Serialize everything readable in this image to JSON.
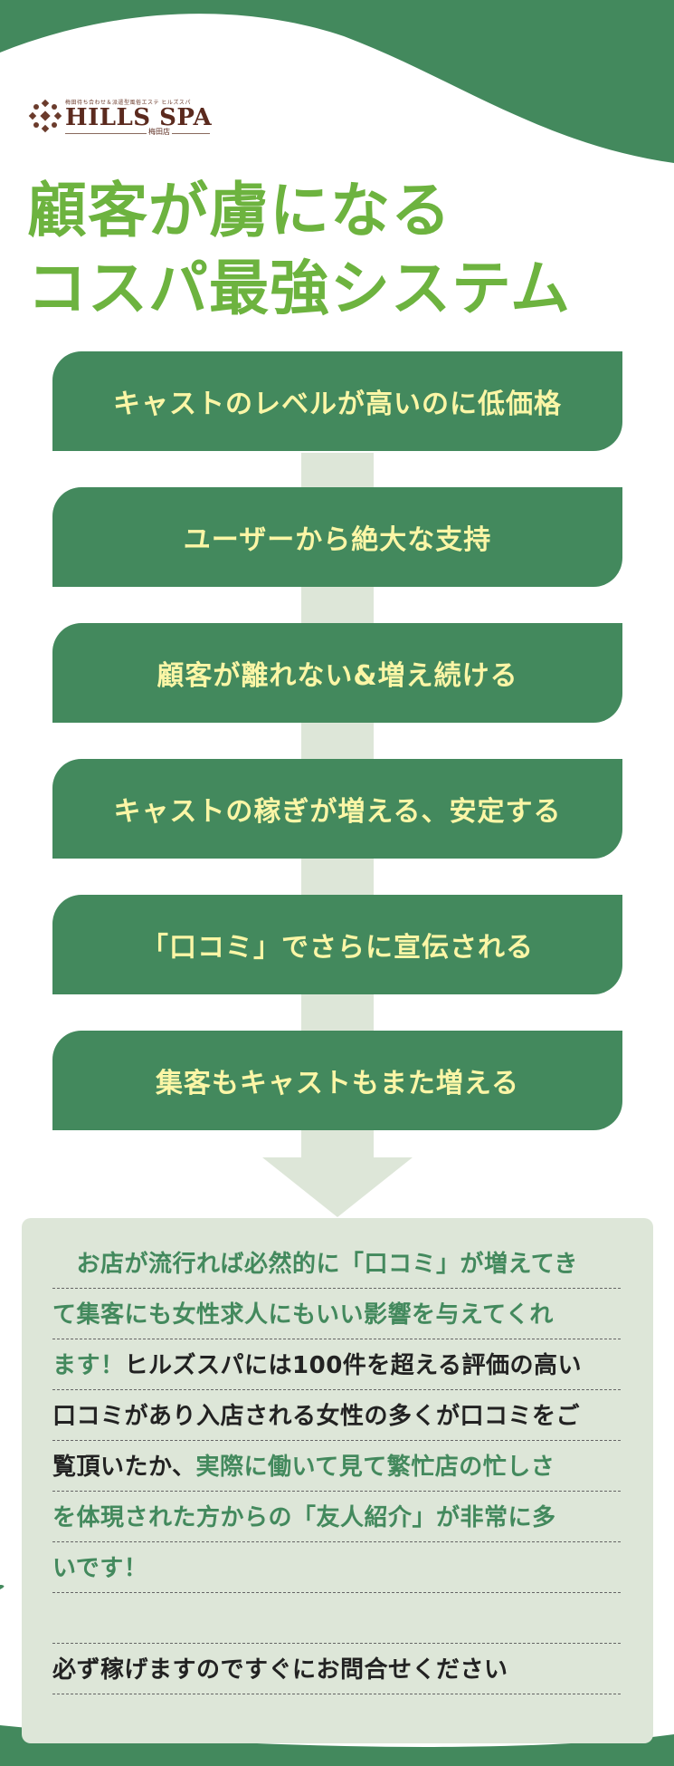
{
  "colors": {
    "brand_green": "#43895d",
    "headline_green": "#6db33f",
    "step_text_yellow": "#fbf6a6",
    "pale_green": "#dde6d8",
    "logo_brown": "#5b2a1e"
  },
  "logo": {
    "tagline": "梅田待ち合わせ＆派遣型風俗エステ ヒルズスパ",
    "name": "HILLS SPA",
    "branch": "梅田店"
  },
  "headline": {
    "line1": "顧客が虜になる",
    "line2": "コスパ最強システム"
  },
  "steps": [
    "キャストのレベルが高いのに低価格",
    "ユーザーから絶大な支持",
    "顧客が離れない&増え続ける",
    "キャストの稼ぎが増える、安定する",
    "「口コミ」でさらに宣伝される",
    "集客もキャストもまた増える"
  ],
  "info": {
    "lines": [
      [
        {
          "text": "　お店が流行れば必然的に「口コミ」が増えてき",
          "color": "green"
        }
      ],
      [
        {
          "text": "て集客にも女性求人にもいい影響を与えてくれ",
          "color": "green"
        }
      ],
      [
        {
          "text": "ます！",
          "color": "green"
        },
        {
          "text": "ヒルズスパには100件を超える評価の高い",
          "color": "black"
        }
      ],
      [
        {
          "text": "口コミがあり入店される女性の多くが口コミをご",
          "color": "black"
        }
      ],
      [
        {
          "text": "覧頂いたか、",
          "color": "black"
        },
        {
          "text": "実際に働いて見て繁忙店の忙しさ",
          "color": "green"
        }
      ],
      [
        {
          "text": "を体現された方からの「友人紹介」が非常に多",
          "color": "green"
        }
      ],
      [
        {
          "text": "いです！",
          "color": "green"
        }
      ]
    ],
    "cta": "必ず稼げますのですぐにお問合せください"
  }
}
